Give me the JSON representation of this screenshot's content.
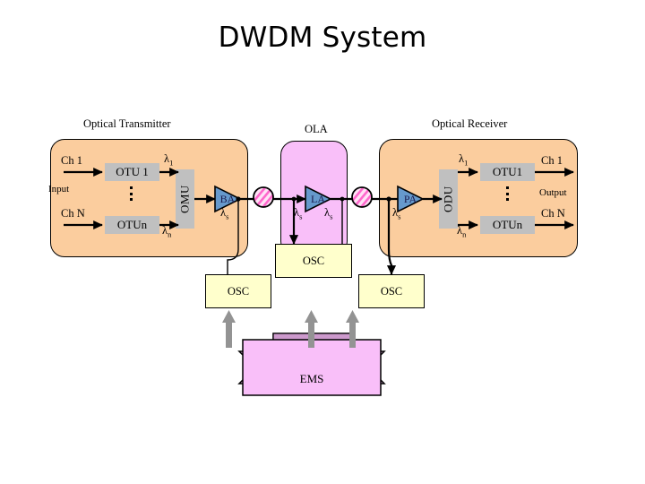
{
  "slide": {
    "title": "DWDM System"
  },
  "captions": {
    "transmitter": "Optical  Transmitter",
    "ola": "OLA",
    "receiver": "Optical  Receiver"
  },
  "transmitter": {
    "channel_top": "Ch 1",
    "channel_bottom": "Ch N",
    "io_label": "Input",
    "otu_top": "OTU 1",
    "otu_bottom": "OTUn",
    "mux": "OMU",
    "amplifier": "BA",
    "lambda_top": "λ",
    "lambda_top_sub": "1",
    "lambda_bottom": "λ",
    "lambda_bottom_sub": "n",
    "lambda_service": "λ",
    "lambda_service_sub": "s"
  },
  "ola": {
    "amplifier": "LA",
    "lambda_in": "λ",
    "lambda_in_sub": "s",
    "lambda_out": "λ",
    "lambda_out_sub": "s"
  },
  "receiver": {
    "channel_top": "Ch 1",
    "channel_bottom": "Ch N",
    "io_label": "Output",
    "otu_top": "OTU1",
    "otu_bottom": "OTUn",
    "demux": "ODU",
    "amplifier": "PA",
    "lambda_top": "λ",
    "lambda_top_sub": "1",
    "lambda_bottom": "λ",
    "lambda_bottom_sub": "n",
    "lambda_service": "λ",
    "lambda_service_sub": "s"
  },
  "osc_boxes": [
    {
      "label": "OSC",
      "position": "left"
    },
    {
      "label": "OSC",
      "position": "center"
    },
    {
      "label": "OSC",
      "position": "right"
    }
  ],
  "ems": {
    "label": "EMS"
  },
  "colors": {
    "zone_node": "#fbcd9e",
    "zone_ola": "#f9bff9",
    "module_box": "#c0c0c0",
    "osc_box": "#ffffcc",
    "amplifier": "#6699cc",
    "ems_ribbon": "#f9bff9",
    "ems_arrow": "#939393",
    "connector_stripe": "#ff66cc",
    "outline": "#000000"
  }
}
